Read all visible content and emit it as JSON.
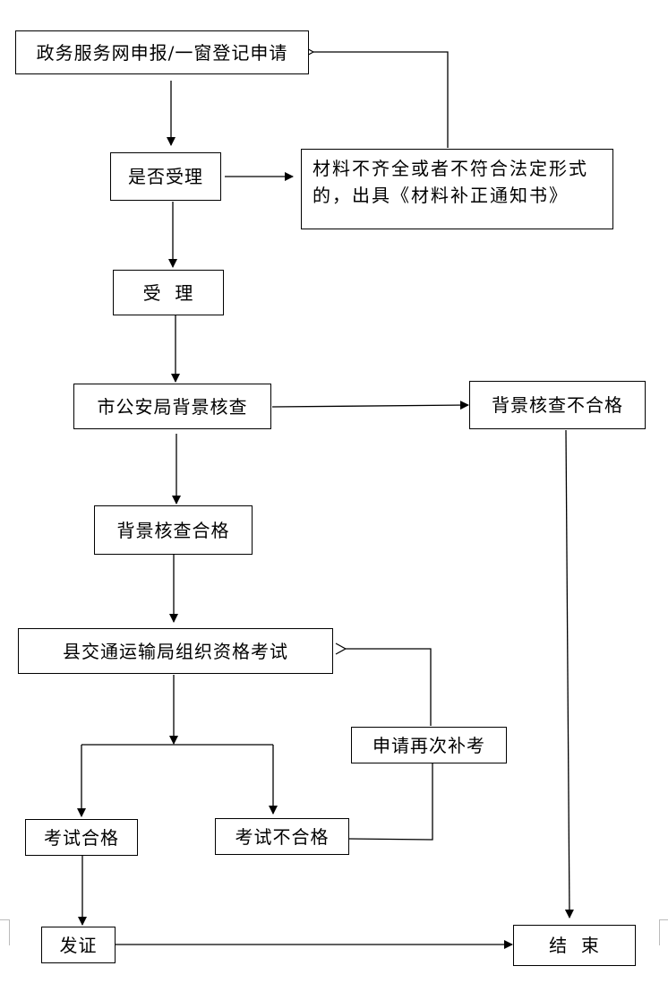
{
  "diagram": {
    "type": "flowchart",
    "nodes": {
      "apply": "政务服务网申报/一窗登记申请",
      "accept_check": "是否受理",
      "supplement": "材料不齐全或者不符合法定形式的，出具《材料补正通知书》",
      "accepted": "受  理",
      "background_check": "市公安局背景核查",
      "background_fail": "背景核查不合格",
      "background_pass": "背景核查合格",
      "exam": "县交通运输局组织资格考试",
      "reexam": "申请再次补考",
      "exam_pass": "考试合格",
      "exam_fail": "考试不合格",
      "issue": "发证",
      "end": "结  束"
    },
    "edges": [
      {
        "from": "apply",
        "to": "accept_check"
      },
      {
        "from": "accept_check",
        "to": "supplement"
      },
      {
        "from": "supplement",
        "to": "apply"
      },
      {
        "from": "accept_check",
        "to": "accepted"
      },
      {
        "from": "accepted",
        "to": "background_check"
      },
      {
        "from": "background_check",
        "to": "background_fail"
      },
      {
        "from": "background_check",
        "to": "background_pass"
      },
      {
        "from": "background_fail",
        "to": "end"
      },
      {
        "from": "background_pass",
        "to": "exam"
      },
      {
        "from": "exam",
        "to": "exam_pass"
      },
      {
        "from": "exam",
        "to": "exam_fail"
      },
      {
        "from": "exam_fail",
        "to": "reexam"
      },
      {
        "from": "reexam",
        "to": "exam"
      },
      {
        "from": "exam_pass",
        "to": "issue"
      },
      {
        "from": "issue",
        "to": "end"
      }
    ]
  }
}
